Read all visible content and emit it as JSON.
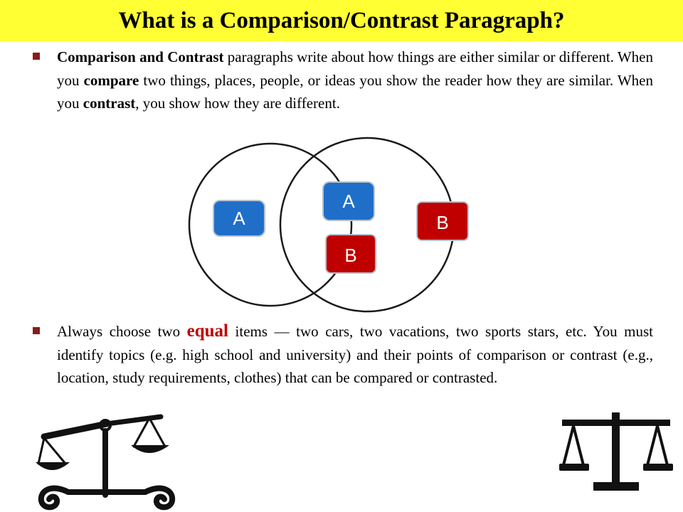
{
  "slide": {
    "title": "What is a Comparison/Contrast Paragraph?"
  },
  "bullet1": {
    "bold_lead": "Comparison and Contrast",
    "t1": " paragraphs write about how things are either similar or different. When you ",
    "compare_word": "compare",
    "t2": " two things, places, people, or ideas you show the reader how they are similar. When you ",
    "contrast_word": "contrast",
    "t3": ", you show how they are different."
  },
  "venn": {
    "left_tag": "A",
    "center_top_tag": "A",
    "center_bottom_tag": "B",
    "right_tag": "B",
    "colors": {
      "blue": "#1f6fc9",
      "red": "#c00000",
      "tag_border": "#b8c2cc"
    }
  },
  "bullet2": {
    "t1": "Always choose two ",
    "equal_word": "equal",
    "t2": " items — two cars, two vacations, two sports stars, etc. You must identify topics (e.g. high school and university) and their points of comparison or contrast (e.g., location, study requirements, clothes) that can be compared or contrasted."
  },
  "icons": {
    "left": "ornate-balance-scale-icon",
    "right": "balance-scale-icon"
  },
  "colors": {
    "title_bg": "#ffff33",
    "bullet_marker": "#8b1a1a",
    "equal_text": "#c00000"
  }
}
